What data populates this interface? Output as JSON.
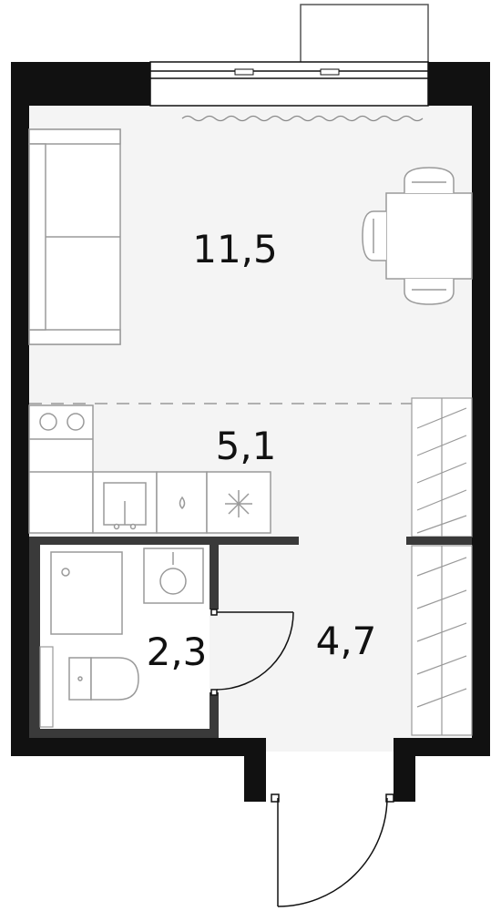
{
  "rooms": [
    {
      "name": "living-room",
      "area": "11,5"
    },
    {
      "name": "kitchen",
      "area": "5,1"
    },
    {
      "name": "bathroom",
      "area": "2,3"
    },
    {
      "name": "hallway",
      "area": "4,7"
    }
  ],
  "colors": {
    "wall": "#111111",
    "inner_wall": "#3a3a3a",
    "floor": "#f4f4f4",
    "furniture_line": "#9a9a9a",
    "background": "#ffffff"
  }
}
